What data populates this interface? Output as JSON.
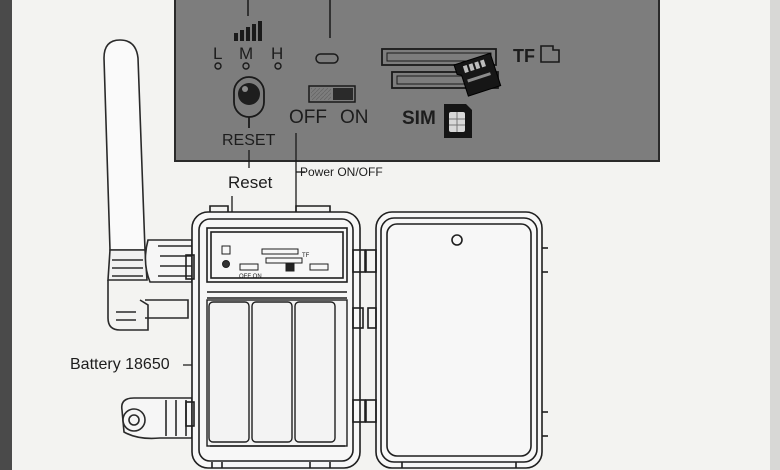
{
  "panel": {
    "signal_levels": [
      "L",
      "M",
      "H"
    ],
    "reset_label": "RESET",
    "off_label": "OFF",
    "on_label": "ON",
    "tf_label": "TF",
    "sim_label": "SIM"
  },
  "callouts": {
    "reset": "Reset",
    "power": "Power ON/OFF",
    "battery": "Battery 18650"
  },
  "inner_panel": {
    "tf_label": "TF",
    "off_on_label": "OFF ON"
  }
}
